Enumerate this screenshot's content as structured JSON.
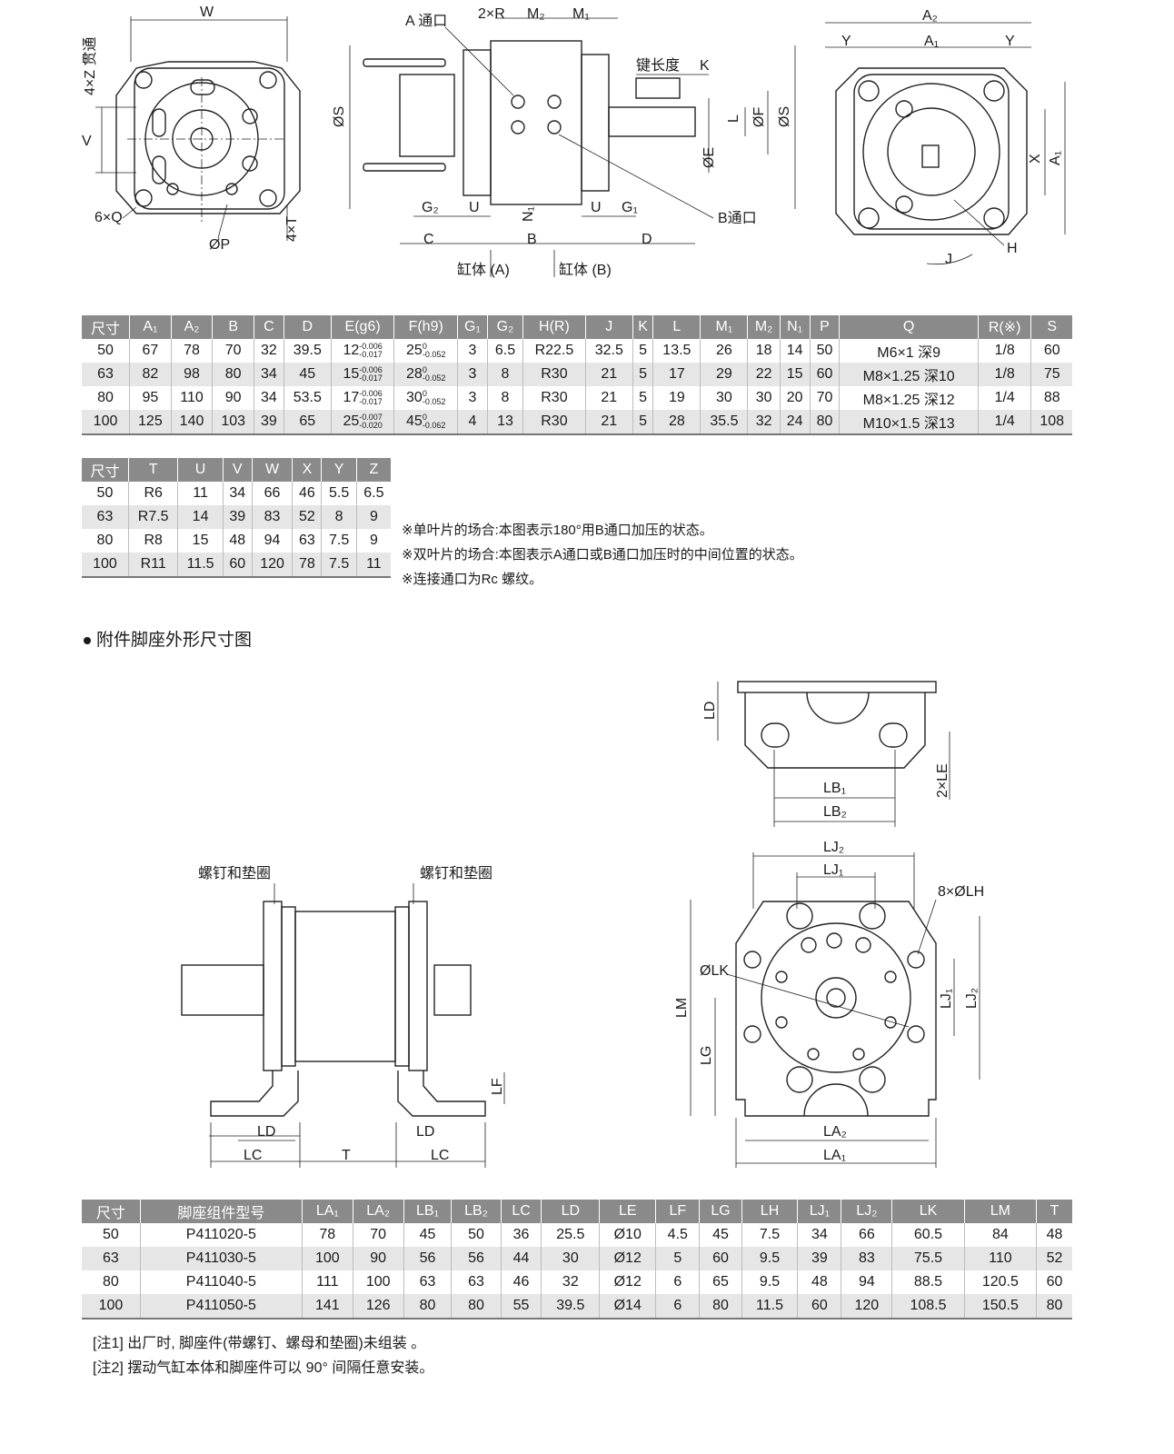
{
  "drawing1": {
    "labels": {
      "W": "W",
      "z_through": "4×Z 贯通",
      "V": "V",
      "Q6": "6×Q",
      "P": "ØP",
      "T4": "4×T",
      "port_a": "A 通口",
      "R2": "2×R",
      "M2": "M₂",
      "M1": "M₁",
      "S_left": "ØS",
      "key_len": "键长度",
      "K": "K",
      "L": "L",
      "F": "ØF",
      "S_right": "ØS",
      "E": "ØE",
      "G2": "G₂",
      "U1": "U",
      "N1": "N₁",
      "U2": "U",
      "G1": "G₁",
      "port_b": "B通口",
      "C": "C",
      "B": "B",
      "D": "D",
      "body_a": "缸体 (A)",
      "body_b": "缸体 (B)",
      "A2": "A₂",
      "Y1": "Y",
      "A1": "A₁",
      "Y2": "Y",
      "X": "X",
      "A1v": "A₁",
      "H": "H",
      "J": "J"
    }
  },
  "table1": {
    "headers": [
      "尺寸",
      "A₁",
      "A₂",
      "B",
      "C",
      "D",
      "E(g6)",
      "F(h9)",
      "G₁",
      "G₂",
      "H(R)",
      "J",
      "K",
      "L",
      "M₁",
      "M₂",
      "N₁",
      "P",
      "Q",
      "R(※)",
      "S"
    ],
    "rows": [
      [
        "50",
        "67",
        "78",
        "70",
        "32",
        "39.5",
        [
          "12",
          "-0.006",
          "-0.017"
        ],
        [
          "25",
          "0",
          "-0.052"
        ],
        "3",
        "6.5",
        "R22.5",
        "32.5",
        "5",
        "13.5",
        "26",
        "18",
        "14",
        "50",
        "M6×1 深9",
        "1/8",
        "60"
      ],
      [
        "63",
        "82",
        "98",
        "80",
        "34",
        "45",
        [
          "15",
          "-0.006",
          "-0.017"
        ],
        [
          "28",
          "0",
          "-0.052"
        ],
        "3",
        "8",
        "R30",
        "21",
        "5",
        "17",
        "29",
        "22",
        "15",
        "60",
        "M8×1.25 深10",
        "1/8",
        "75"
      ],
      [
        "80",
        "95",
        "110",
        "90",
        "34",
        "53.5",
        [
          "17",
          "-0.006",
          "-0.017"
        ],
        [
          "30",
          "0",
          "-0.052"
        ],
        "3",
        "8",
        "R30",
        "21",
        "5",
        "19",
        "30",
        "30",
        "20",
        "70",
        "M8×1.25 深12",
        "1/4",
        "88"
      ],
      [
        "100",
        "125",
        "140",
        "103",
        "39",
        "65",
        [
          "25",
          "-0.007",
          "-0.020"
        ],
        [
          "45",
          "0",
          "-0.062"
        ],
        "4",
        "13",
        "R30",
        "21",
        "5",
        "28",
        "35.5",
        "32",
        "24",
        "80",
        "M10×1.5 深13",
        "1/4",
        "108"
      ]
    ]
  },
  "table2": {
    "headers": [
      "尺寸",
      "T",
      "U",
      "V",
      "W",
      "X",
      "Y",
      "Z"
    ],
    "rows": [
      [
        "50",
        "R6",
        "11",
        "34",
        "66",
        "46",
        "5.5",
        "6.5"
      ],
      [
        "63",
        "R7.5",
        "14",
        "39",
        "83",
        "52",
        "8",
        "9"
      ],
      [
        "80",
        "R8",
        "15",
        "48",
        "94",
        "63",
        "7.5",
        "9"
      ],
      [
        "100",
        "R11",
        "11.5",
        "60",
        "120",
        "78",
        "7.5",
        "11"
      ]
    ]
  },
  "notes": [
    "※单叶片的场合:本图表示180°用B通口加压的状态。",
    "※双叶片的场合:本图表示A通口或B通口加压时的中间位置的状态。",
    "※连接通口为Rc 螺纹。"
  ],
  "section_title": "附件脚座外形尺寸图",
  "drawing2": {
    "labels": {
      "screw_left": "螺钉和垫圈",
      "screw_right": "螺钉和垫圈",
      "LF": "LF",
      "LD_left": "LD",
      "LD_right": "LD",
      "LC_left": "LC",
      "T": "T",
      "LC_right": "LC",
      "LD_top": "LD",
      "LE": "2×LE",
      "LB1": "LB₁",
      "LB2": "LB₂",
      "LJ2_top": "LJ₂",
      "LJ1_top": "LJ₁",
      "LH": "8×ØLH",
      "LK": "ØLK",
      "LM": "LM",
      "LG": "LG",
      "LJ1_side": "LJ₁",
      "LJ2_side": "LJ₂",
      "LA2": "LA₂",
      "LA1": "LA₁"
    }
  },
  "table3": {
    "headers": [
      "尺寸",
      "脚座组件型号",
      "LA₁",
      "LA₂",
      "LB₁",
      "LB₂",
      "LC",
      "LD",
      "LE",
      "LF",
      "LG",
      "LH",
      "LJ₁",
      "LJ₂",
      "LK",
      "LM",
      "T"
    ],
    "rows": [
      [
        "50",
        "P411020-5",
        "78",
        "70",
        "45",
        "50",
        "36",
        "25.5",
        "Ø10",
        "4.5",
        "45",
        "7.5",
        "34",
        "66",
        "60.5",
        "84",
        "48"
      ],
      [
        "63",
        "P411030-5",
        "100",
        "90",
        "56",
        "56",
        "44",
        "30",
        "Ø12",
        "5",
        "60",
        "9.5",
        "39",
        "83",
        "75.5",
        "110",
        "52"
      ],
      [
        "80",
        "P411040-5",
        "111",
        "100",
        "63",
        "63",
        "46",
        "32",
        "Ø12",
        "6",
        "65",
        "9.5",
        "48",
        "94",
        "88.5",
        "120.5",
        "60"
      ],
      [
        "100",
        "P411050-5",
        "141",
        "126",
        "80",
        "80",
        "55",
        "39.5",
        "Ø14",
        "6",
        "80",
        "11.5",
        "60",
        "120",
        "108.5",
        "150.5",
        "80"
      ]
    ]
  },
  "footnotes": [
    "[注1] 出厂时, 脚座件(带螺钉、螺母和垫圈)未组装 。",
    "[注2] 摆动气缸本体和脚座件可以 90° 间隔任意安装。"
  ]
}
